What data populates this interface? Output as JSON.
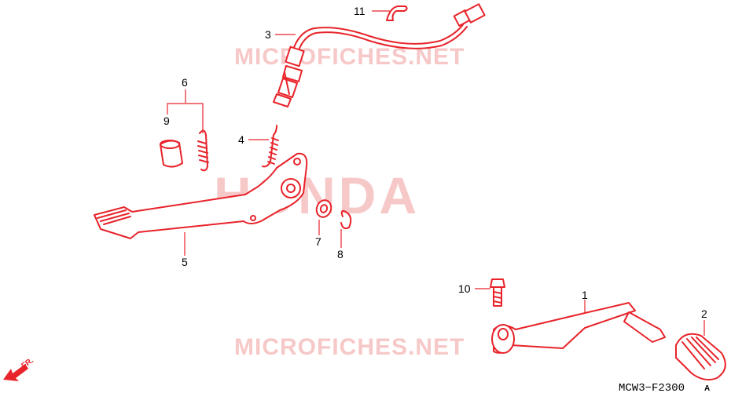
{
  "watermarks": {
    "top": "MICROFICHES.NET",
    "center": "HONDA",
    "bottom": "MICROFICHES.NET"
  },
  "direction_label": "FR.",
  "diagram_code": "MCW3−F2300",
  "diagram_code_suffix": "A",
  "callouts": [
    "1",
    "2",
    "3",
    "4",
    "5",
    "6",
    "7",
    "8",
    "9",
    "10",
    "11"
  ],
  "colors": {
    "line": "#e8232a",
    "watermark": "#f7c8c8",
    "text": "#000000"
  }
}
